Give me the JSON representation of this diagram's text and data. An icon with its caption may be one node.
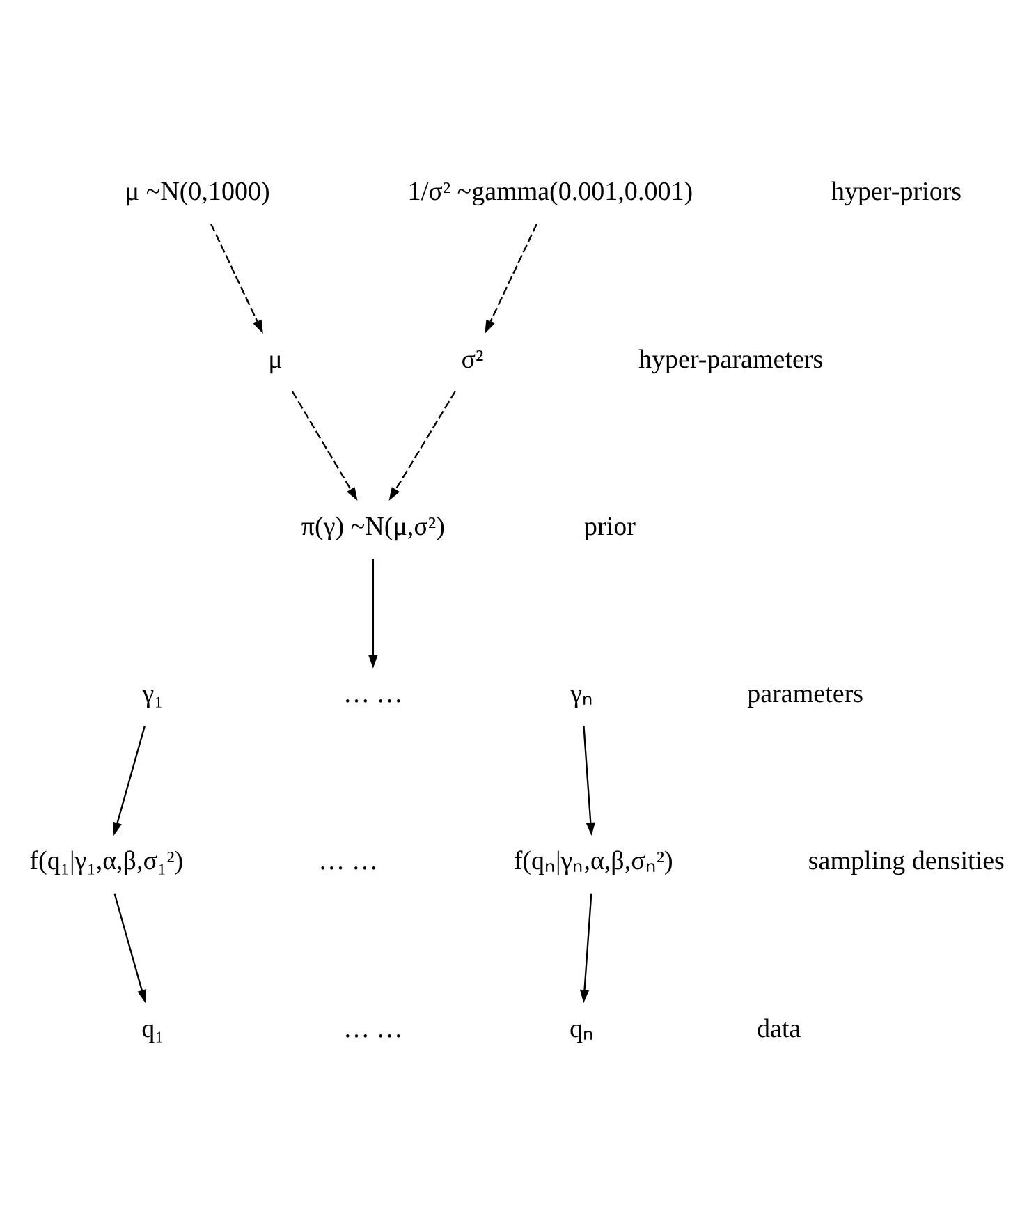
{
  "diagram": {
    "nodes": [
      {
        "text": [
          "μ ~N(0,1000)"
        ]
      },
      {
        "text": [
          "1/σ² ~gamma(0.001,0.001)"
        ]
      },
      {
        "text": [
          "μ"
        ]
      },
      {
        "text": [
          "σ²"
        ]
      },
      {
        "text": [
          "π(γ) ~N(μ,σ²)"
        ]
      },
      {
        "text": [
          "γ₁"
        ]
      },
      {
        "text": [
          "… …"
        ]
      },
      {
        "text": [
          "γₙ"
        ]
      },
      {
        "text": [
          "f(q₁|γ₁,α,β,σ₁²)"
        ]
      },
      {
        "text": [
          "f(qₙ|γₙ,α,β,σₙ²)"
        ]
      },
      {
        "text": [
          "q₁"
        ]
      },
      {
        "text": [
          "qₙ"
        ]
      }
    ],
    "edges": [
      {
        "from": 0,
        "to": 2,
        "arrow": "to",
        "style": "dashed"
      },
      {
        "from": 1,
        "to": 3,
        "arrow": "to",
        "style": "dashed"
      },
      {
        "from": 2,
        "to": 4,
        "arrow": "to",
        "style": "dashed"
      },
      {
        "from": 3,
        "to": 4,
        "arrow": "to",
        "style": "dashed"
      },
      {
        "from": 4,
        "to": 6,
        "arrow": "to"
      },
      {
        "from": 5,
        "to": 8,
        "arrow": "to"
      },
      {
        "from": 7,
        "to": 9,
        "arrow": "to"
      },
      {
        "from": 8,
        "to": 10,
        "arrow": "to"
      },
      {
        "from": 9,
        "to": 11,
        "arrow": "to"
      }
    ],
    "labels": [
      "hyper-priors",
      "hyper-parameters",
      "prior",
      "parameters",
      "… …",
      "sampling densities",
      "… …",
      "data"
    ]
  }
}
